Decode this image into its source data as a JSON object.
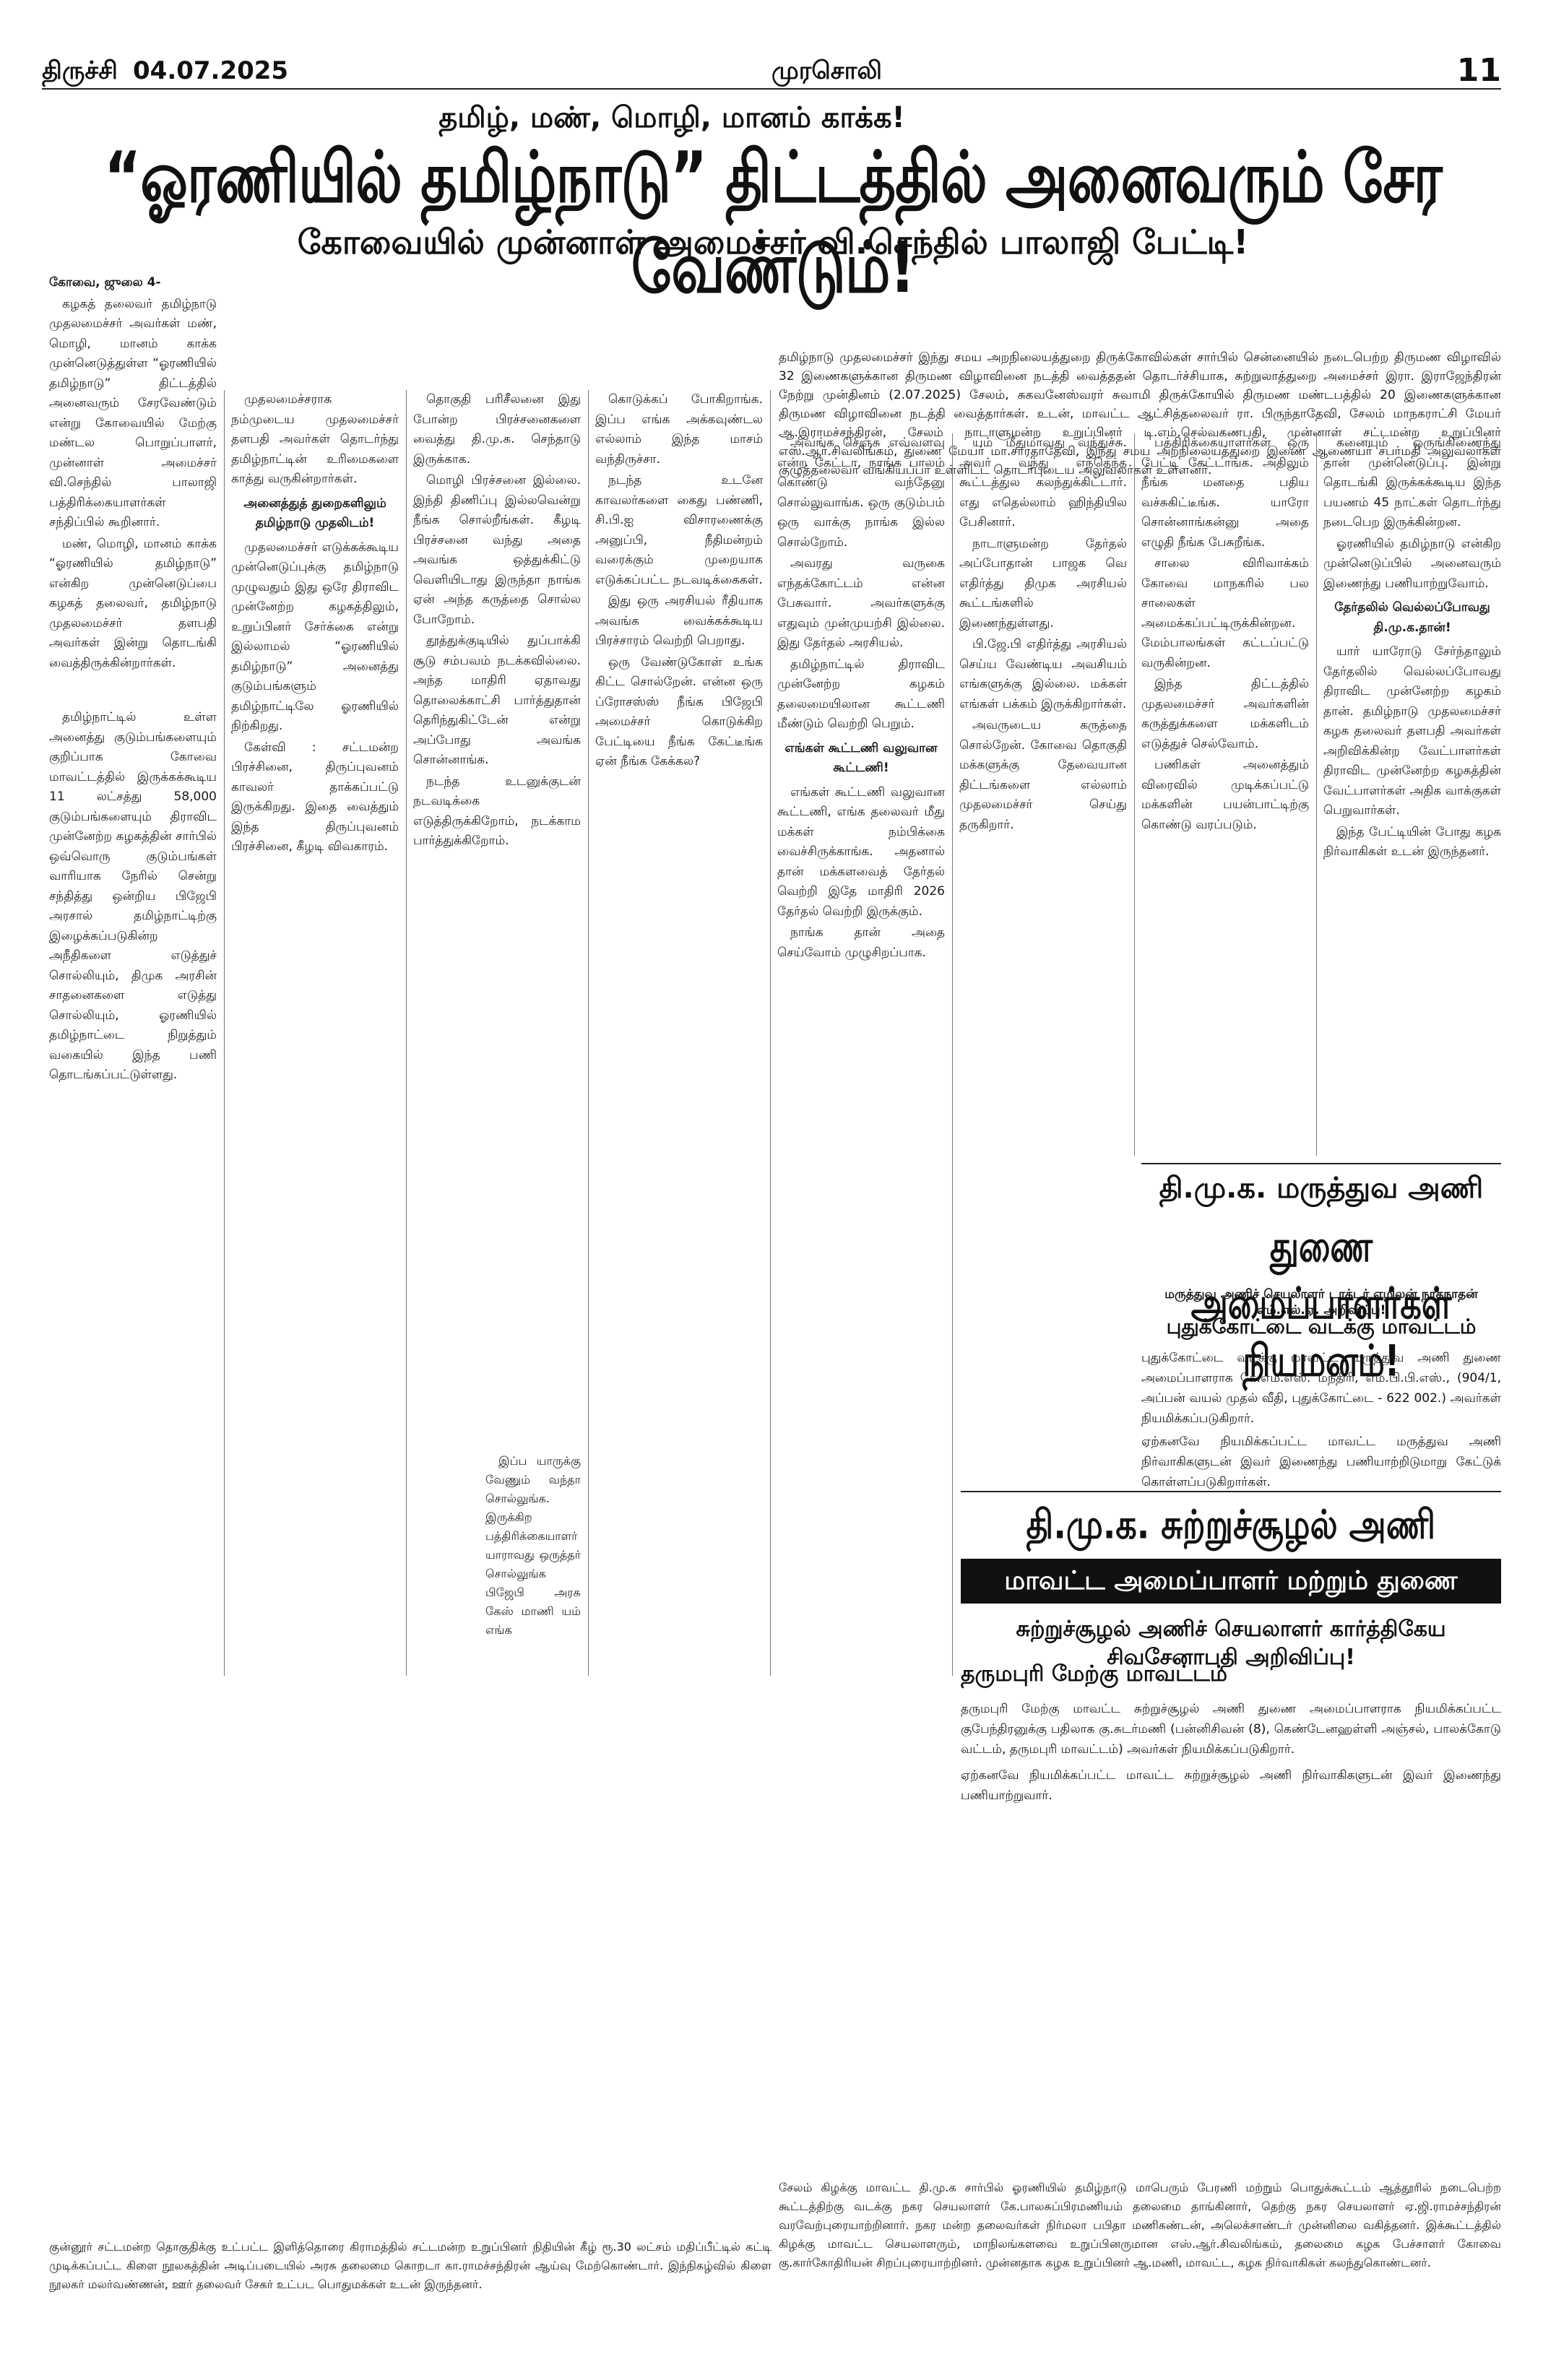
{
  "masthead": {
    "city": "திருச்சி",
    "date": "04.07.2025",
    "paper": "முரசொலி",
    "page_number": "11"
  },
  "main_story": {
    "kicker": "தமிழ், மண், மொழி, மானம் காக்க!",
    "headline": "“ஓரணியில் தமிழ்நாடு” திட்டத்தில் அனைவரும் சேர வேண்டும்!",
    "subhead": "கோவையில் முன்னாள் அமைச்சர் வி.செந்தில் பாலாஜி பேட்டி!",
    "dateline": "கோவை, ஜுலை 4-",
    "col1": [
      "கழகத் தலைவர் தமிழ்நாடு முதலமைச்சர் அவர்கள் மண், மொழி, மானம் காக்க முன்னெடுத்துள்ள “ஓரணியில் தமிழ்நாடு” திட்டத்தில் அனைவரும் சேரவேண்டும் என்று கோவையில் மேற்கு மண்டல பொறுப்பாளர், முன்னாள் அமைச்சர் வி.செந்தில் பாலாஜி பத்திரிக்கையாளர்கள் சந்திப்பில் கூறினார்.",
      "மண், மொழி, மானம் காக்க “ஓரணியில் தமிழ்நாடு” என்கிற முன்னெடுப்பை கழகத் தலைவர், தமிழ்நாடு முதலமைச்சர் தளபதி அவர்கள் இன்று தொடங்கி வைத்திருக்கின்றார்கள்.",
      "தமிழ்நாட்டில் உள்ள அனைத்து குடும்பங்களையும் குறிப்பாக கோவை மாவட்டத்தில் இருக்கக்கூடிய 11 லட்சத்து 58,000 குடும்பங்களையும் திராவிட முன்னேற்ற கழகத்தின் சார்பில் ஒவ்வொரு குடும்பங்கள் வாரியாக நேரில் சென்று சந்தித்து ஒன்றிய பிஜேபி அரசால் தமிழ்நாட்டிற்கு இழைக்கப்படுகின்ற அநீதிகளை எடுத்துச் சொல்லியும், திமுக அரசின் சாதனைகளை எடுத்து சொல்லியும், ஓரணியில் தமிழ்நாட்டை நிறுத்தும் வகையில் இந்த பணி தொடங்கப்பட்டுள்ளது."
    ],
    "col2": [
      "முதலமைச்சராக நம்முடைய முதலமைச்சர் தளபதி அவர்கள் தொடர்ந்து தமிழ்நாட்டின் உரிமைகளை காத்து வருகின்றார்கள்."
    ],
    "col2_subhead": "அனைத்துத் துறைகளிலும் தமிழ்நாடு முதலிடம்!",
    "col2b": [
      "முதலமைச்சர் எடுக்கக்கூடிய முன்னெடுப்புக்கு தமிழ்நாடு முழுவதும் இது ஒரே திராவிட முன்னேற்ற கழகத்திலும், உறுப்பினர் சேர்க்கை என்று இல்லாமல் “ஓரணியில் தமிழ்நாடு” அனைத்து குடும்பங்களும் தமிழ்நாட்டிலே ஓரணியில் நிற்கிறது.",
      "கேள்வி : சட்டமன்ற பிரச்சினை, திருப்புவனம் காவலர் தாக்கப்பட்டு இருக்கிறது. இதை வைத்தும் இந்த திருப்புவனம் பிரச்சினை, கீழடி விவகாரம்."
    ],
    "col3": [
      "தொகுதி பரிசீலனை இது போன்ற பிரச்சனைகளை வைத்து தி.மு.க. செந்தாடு இருக்காக.",
      "மொழி பிரச்சனை இல்லை. இந்தி திணிப்பு இல்லவென்று நீங்க சொல்றீங்கள். கீழடி பிரச்சனை வந்து அதை அவங்க ஒத்துக்கிட்டு வெளியிடாது இருந்தா நாங்க ஏன் அந்த கருத்தை சொல்ல போறோம்.",
      "தூத்துக்குடியில் துப்பாக்கி சூடு சம்பவம் நடக்கவில்லை. அந்த மாதிரி ஏதாவது தொலைக்காட்சி பார்த்துதான் தெரிந்துகிட்டேன் என்று அப்போது அவங்க சொன்னாங்க.",
      "நடந்த உடனுக்குடன் நடவடிக்கை எடுத்திருக்கிறோம், நடக்காம பார்த்துக்கிறோம்."
    ],
    "col3_end": "இப்ப யாருக்கு வேணும் வந்தா சொல்லுங்க. இருக்கிற பத்திரிக்கையாளர் யாராவது ஒருத்தர் சொல்லுங்க பிஜேபி அரசு கேஸ் மாணி யம் எங்க",
    "col4": [
      "கொடுக்கப் போகிறாங்க. இப்ப எங்க அக்கவுண்டல எல்லாம் இந்த மாசம் வந்திருச்சா.",
      "நடந்த உடனே காவலர்களை கைது பண்ணி, சி.பி.ஐ விசாரணைக்கு அனுப்பி, நீதிமன்றம் வரைக்கும் முறையாக எடுக்கப்பட்ட நடவடிக்கைகள்.",
      "இது ஒரு அரசியல் ரீதியாக அவங்க வைக்கக்கூடிய பிரச்சாரம் வெற்றி பெறாது.",
      "ஒரு வேண்டுகோள் உங்க கிட்ட சொல்றேன். என்ன ஒரு ப்ரோசஸ்ஸ் நீங்க பிஜேபி அமைச்சர் கொடுக்கிற பேட்டியை நீங்க கேட்டீங்க ஏன் நீங்க கேக்கல?"
    ],
    "col5": [
      "அவங்க செஞ்சு எவ்வளவு என்ற கேட்டா, நாங்க பாலம் கொண்டு வந்தேனு சொல்லுவாங்க. ஒரு குடும்பம் ஒரு வாக்கு நாங்க இல்ல சொல்றோம்.",
      "அவரது வருகை எந்தக்கோட்டம் என்ன பேசுவார். அவர்களுக்கு எதுவும் முன்முயற்சி இல்லை. இது தேர்தல் அரசியல்.",
      "தமிழ்நாட்டில் திராவிட முன்னேற்ற கழகம் தலைமையிலான கூட்டணி மீண்டும் வெற்றி பெறும்."
    ],
    "col5_subhead": "எங்கள் கூட்டணி வலுவான கூட்டணி!",
    "col5b": [
      "எங்கள் கூட்டணி வலுவான கூட்டணி, எங்க தலைவர் மீது மக்கள் நம்பிக்கை வைச்சிருக்காங்க. அதனால் தான் மக்களவைத் தேர்தல் வெற்றி இதே மாதிரி 2026 தேர்தல் வெற்றி இருக்கும்.",
      "நாங்க தான் அதை செய்வோம் முழுசிறப்பாக."
    ],
    "col6": [
      "யம் மீதுமாவது வந்துச்சு. அவர் வந்து எந்தெந்த கூட்டத்துல கலந்துக்கிட்டார். எது எதெல்லாம் ஹிந்தியில பேசினார்.",
      "நாடாளுமன்ற தேர்தல் அப்போதான் பாஜக வெ எதிர்த்து திமுக அரசியல் கூட்டங்களில் இணைந்துள்ளது.",
      "பி.ஜே.பி எதிர்த்து அரசியல் செய்ய வேண்டிய அவசியம் எங்களுக்கு இல்லை. மக்கள் எங்கள் பக்கம் இருக்கிறார்கள்.",
      "அவருடைய கருத்தை சொல்றேன். கோவை தொகுதி மக்களுக்கு தேவையான திட்டங்களை எல்லாம் முதலமைச்சர் செய்து தருகிறார்."
    ],
    "col7": [
      "பத்திரிக்கையாளர்கள் ஒரு பேட்டி கேட்டாங்க. அதிலும் நீங்க மனதை பதிய வச்சுகிட்டீங்க. யாரோ சொன்னாங்கன்னு அதை எழுதி நீங்க பேசுறீங்க.",
      "சாலை விரிவாக்கம் கோவை மாநகரில் பல சாலைகள் அமைக்கப்பட்டிருக்கின்றன. மேம்பாலங்கள் கட்டப்பட்டு வருகின்றன.",
      "இந்த திட்டத்தில் முதலமைச்சர் அவர்களின் கருத்துக்களை மக்களிடம் எடுத்துச் செல்வோம்.",
      "பணிகள் அனைத்தும் விரைவில் முடிக்கப்பட்டு மக்களின் பயன்பாட்டிற்கு கொண்டு வரப்படும்."
    ],
    "col8": [
      "கனையும் ஒருங்கிணைந்து தான் முன்னெடுப்பு. இன்று தொடங்கி இருக்கக்கூடிய இந்த பயணம் 45 நாட்கள் தொடர்ந்து நடைபெற இருக்கின்றன.",
      "ஓரணியில் தமிழ்நாடு என்கிற முன்னெடுப்பில் அனைவரும் இணைந்து பணியாற்றுவோம்."
    ],
    "col8_subhead": "தேர்தலில் வெல்லப்போவது தி.மு.க.தான்!",
    "col8b": [
      "யார் யாரோடு சேர்ந்தாலும் தேர்தலில் வெல்லப்போவது திராவிட முன்னேற்ற கழகம் தான். தமிழ்நாடு முதலமைச்சர் கழக தலைவர் தளபதி அவர்கள் அறிவிக்கின்ற வேட்பாளர்கள் திராவிட முன்னேற்ற கழகத்தின் வேட்பாளர்கள் அதிக வாக்குகள் பெறுவார்கள்.",
      "இந்த பேட்டியின் போது கழக நிர்வாகிகள் உடன் இருந்தனர்."
    ]
  },
  "photo_caption": "தமிழ்நாடு முதலமைச்சர் இந்து சமய அறநிலையத்துறை திருக்கோவில்கள் சார்பில் சென்னையில் நடைபெற்ற திருமண விழாவில் 32 இணைகளுக்கான திருமண விழாவினை நடத்தி வைத்ததன் தொடர்ச்சியாக, சுற்றுலாத்துறை அமைச்சர் இரா. இராஜேந்திரன் நேற்று முன்தினம் (2.07.2025) சேலம், சுகவனேஸ்வரர் சுவாமி திருக்கோயில் திருமண மண்டபத்தில் 20 இணைகளுக்கான திருமண விழாவினை நடத்தி வைத்தார்கள். உடன், மாவட்ட ஆட்சித்தலைவர் ரா. பிருந்தாதேவி, சேலம் மாநகராட்சி மேயர் ஆ.இராமச்சந்திரன், சேலம் நாடாளுமன்ற உறுப்பினர் டி.எம்.செல்வகணபதி, முன்னாள் சட்டமன்ற உறுப்பினர் எஸ்.ஆர்.சிவலிங்கம், துணை மேயர் மா.சாரதாதேவி, இந்து சமய அறநிலையத்துறை இணை ஆணையர் சபர்மதி அலுவலர்கள் குழுத்தலைவர் வங்கியப்பா உள்ளிட்ட தொடர்புடைய அலுவலர்கள் உள்ளனர்.",
  "sidebox1": {
    "label": "தி.மு.க. மருத்துவ அணி",
    "headline": "துணை அமைப்பாளர்கள் நியமனம்!",
    "announcement": "மருத்துவ அணிச் செயலாளர் டாக்டர் எழிலன் நாகநாதன் எம்.எல்.ஏ. அறிவிப்பு!",
    "district": "புதுக்கோட்டை வடக்கு மாவட்டம்",
    "body": "புதுக்கோட்டை வடக்கு மாவட்ட மருத்துவ அணி துணை அமைப்பாளராக கே.எம்.எஸ். மந்திரி, எம்.பி.பி.எஸ்., (904/1, அப்பன் வயல் முதல் வீதி, புதுக்கோட்டை - 622 002.) அவர்கள் நியமிக்கப்படுகிறார்.",
    "body2": "ஏற்கனவே நியமிக்கப்பட்ட மாவட்ட மருத்துவ அணி நிர்வாகிகளுடன் இவர் இணைந்து பணியாற்றிடுமாறு கேட்டுக் கொள்ளப்படுகிறார்கள்."
  },
  "sidebox2": {
    "label": "தி.மு.க. சுற்றுச்சூழல் அணி",
    "headline": "மாவட்ட அமைப்பாளர் மற்றும் துணை அமைப்பாளர்கள் நியமனம்!",
    "announcement": "சுற்றுச்சூழல் அணிச் செயலாளர் கார்த்திகேய சிவசேனாபதி அறிவிப்பு!",
    "district": "தருமபுரி மேற்கு மாவட்டம்",
    "body": "தருமபுரி மேற்கு மாவட்ட சுற்றுச்சூழல் அணி துணை அமைப்பாளராக நியமிக்கப்பட்ட குபேந்திரனுக்கு பதிலாக கு.சுடர்மணி (பன்னிசிவன் (8), கெண்டேனஹள்ளி அஞ்சல், பாலக்கோடு வட்டம், தருமபுரி மாவட்டம்) அவர்கள் நியமிக்கப்படுகிறார்.",
    "body2": "ஏற்கனவே நியமிக்கப்பட்ட மாவட்ட சுற்றுச்சூழல் அணி நிர்வாகிகளுடன் இவர் இணைந்து பணியாற்றுவார்."
  },
  "bottom_left_caption": "குன்னூர் சட்டமன்ற தொகுதிக்கு உட்பட்ட இளித்தொரை கிராமத்தில் சட்டமன்ற உறுப்பினர் நிதியின் கீழ் ரூ.30 லட்சம் மதிப்பீட்டில் கட்டி முடிக்கப்பட்ட கிளை நூலகத்தின் அடிப்படையில் அரசு தலைமை கொறடா கா.ராமச்சந்திரன் ஆய்வு மேற்கொண்டார். இந்நிகழ்வில் கிளை நூலகர் மலர்வண்ணன், ஊர் தலைவர் சேகர் உட்பட பொதுமக்கள் உடன் இருந்தனர்.",
  "bottom_right_caption": "சேலம் கிழக்கு மாவட்ட தி.மு.க சார்பில் ஓரணியில் தமிழ்நாடு மாபெரும் பேரணி மற்றும் பொதுக்கூட்டம் ஆத்தூரில் நடைபெற்ற கூட்டத்திற்கு வடக்கு நகர செயலாளர் கே.பாலசுப்பிரமணியம் தலைமை தாங்கினார், தெற்கு நகர செயலாளர் ஏ.ஜி.ராமச்சந்திரன் வரவேற்புரையாற்றினார். நகர மன்ற தலைவர்கள் நிர்மலா பபிதா மணிகண்டன், அலெக்சாண்டர் முன்னிலை வகித்தனர். இக்கூட்டத்தில் கிழக்கு மாவட்ட செயலாளரும், மாநிலங்களவை உறுப்பினருமான எஸ்.ஆர்.சிவலிங்கம், தலைமை கழக பேச்சாளர் கோவை கு.கார்கோதிரியன் சிறப்புரையாற்றினர். முன்னதாக கழக உறுப்பினர் ஆ.மணி, மாவட்ட, கழக நிர்வாகிகள் கலந்துகொண்டனர்.",
  "colors": {
    "ink": "#111111",
    "rule": "#777777",
    "bar": "#111111"
  }
}
